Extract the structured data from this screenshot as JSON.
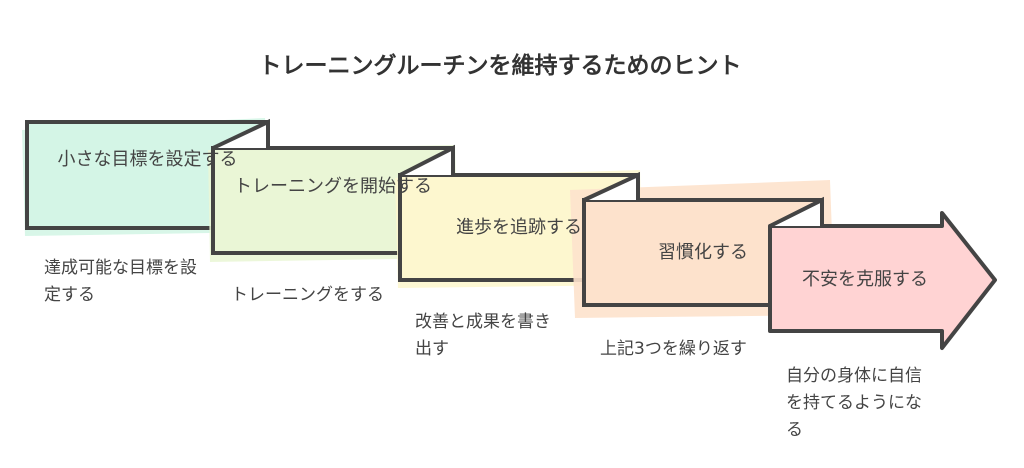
{
  "title": "トレーニングルーチンを維持するためのヒント",
  "steps": [
    {
      "label": "小さな目標を設定する",
      "description": "達成可能な目標を設定する",
      "color": "#d4f5e6"
    },
    {
      "label": "トレーニングを開始する",
      "description": "トレーニングをする",
      "color": "#eaf6d6"
    },
    {
      "label": "進歩を追跡する",
      "description": "改善と成果を書き出す",
      "color": "#fdf7cf"
    },
    {
      "label": "習慣化する",
      "description": "上記3つを繰り返す",
      "color": "#fde2cc"
    },
    {
      "label": "不安を克服する",
      "description": "自分の身体に自信を持てるようになる",
      "color": "#ffd3d3"
    }
  ]
}
